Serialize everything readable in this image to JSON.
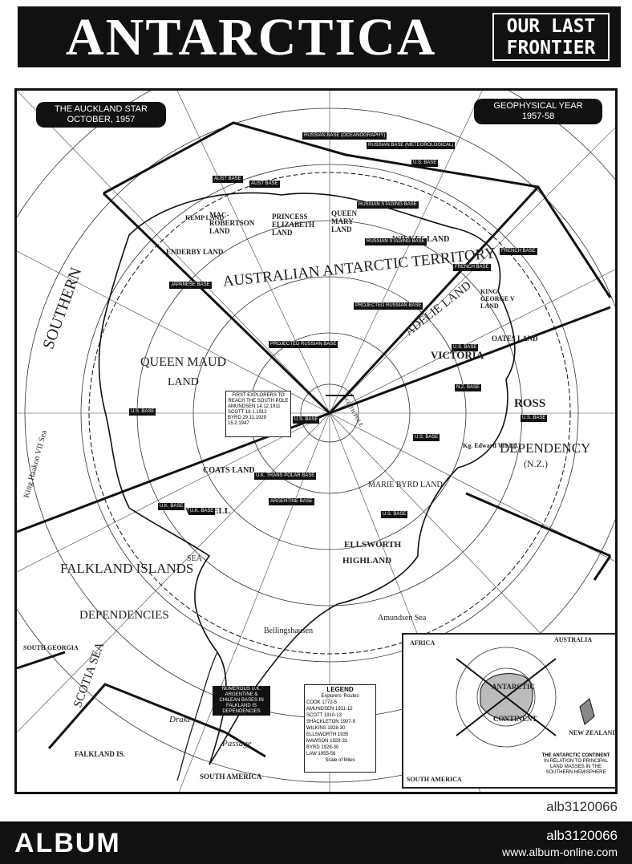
{
  "header": {
    "title": "ANTARCTICA",
    "subtitle_line1": "OUR LAST",
    "subtitle_line2": "FRONTIER"
  },
  "map": {
    "publisher_line1": "THE AUCKLAND STAR",
    "publisher_line2": "OCTOBER, 1957",
    "event_line1": "GEOPHYSICAL YEAR",
    "event_line2": "1957-58",
    "regions": {
      "australian_territory": "AUSTRALIAN ANTARCTIC TERRITORY",
      "queen_maud": "QUEEN MAUD",
      "queen_maud_land": "LAND",
      "ross": "ROSS",
      "ross_dependency": "DEPENDENCY",
      "nz": "(N.Z.)",
      "falkland": "FALKLAND ISLANDS",
      "dependencies": "DEPENDENCIES",
      "marie_byrd": "MARIE BYRD LAND",
      "ellsworth": "ELLSWORTH",
      "highland": "HIGHLAND",
      "victoria": "VICTORIA",
      "adelie": "ADELIE LAND",
      "wilkes": "WILKES LAND",
      "coats": "COATS LAND",
      "weddell": "WEDDELL",
      "sea": "SEA",
      "enderby": "ENDERBY LAND",
      "mac_robertson": "MAC-ROBERTSON LAND",
      "princess_elizabeth": "PRINCESS ELIZABETH LAND",
      "queen_mary": "QUEEN MARY LAND",
      "kemp": "KEMP LAND",
      "king_george": "KING GEORGE V LAND",
      "oates": "OATES LAND",
      "scotia": "SCOTIA SEA",
      "south_georgia": "SOUTH GEORGIA",
      "falkland_is": "FALKLAND IS.",
      "drake": "Drake",
      "passage": "Passage",
      "south_america": "SOUTH AMERICA",
      "amundsen_sea": "Amundsen Sea",
      "bellingshausen": "Bellingshausen",
      "south_pacific": "SOUTHERN",
      "king_haakon": "King Haakon VII Sea",
      "south_pole": "SOUTH POLE",
      "king_edward": "Kg. Edward VII Ld."
    },
    "explorers_box": {
      "heading": "FIRST EXPLORERS TO REACH THE SOUTH POLE",
      "rows": [
        "AMUNDSEN 14.12.1911",
        "SCOTT 18.1.1912",
        "BYRD 29.11.1929",
        "15.2.1947"
      ]
    },
    "bases": {
      "russian_oceanography": "RUSSIAN BASE (OCEANOGRAPHY)",
      "russian_meteorological": "RUSSIAN BASE (METEOROLOGICAL)",
      "us_base": "U.S. BASE",
      "aust_base": "AUST BASE",
      "russian_staging": "RUSSIAN STAGING BASE",
      "japanese": "JAPANESE BASE",
      "french": "FRENCH BASE",
      "projected_russian": "PROJECTED RUSSIAN BASE",
      "uk_trans_polar": "U.K. TRANS POLAR BASE",
      "argentine": "ARGENTINE BASE",
      "uk_base": "U.K. BASE",
      "nz_base": "N.Z. BASE",
      "numerous_uk": "NUMEROUS U.K. ARGENTINE & CHILEAN BASES IN FALKLAND IS DEPENDENCIES"
    },
    "legend": {
      "title": "LEGEND",
      "subtitle": "Explorers' Routes",
      "items": [
        "COOK 1772-5",
        "AMUNDSEN 1911-12",
        "SCOTT 1910-13",
        "SHACKLETON 1907-9",
        "WILKINS 1928-30",
        "ELLSWORTH 1935",
        "MAWSON 1929-31",
        "BYRD 1928-30",
        "LAW 1955-56"
      ],
      "scale": "Scale of Miles"
    },
    "inset": {
      "africa": "AFRICA",
      "australia": "AUSTRALIA",
      "south_america": "SOUTH AMERICA",
      "antarctic": "ANTARCTIC",
      "continent": "CONTINENT",
      "new_zealand": "NEW ZEALAND",
      "caption1": "THE ANTARCTIC CONTINENT",
      "caption2": "IN RELATION TO PRINCIPAL LAND MASSES IN THE SOUTHERN HEMISPHERE"
    }
  },
  "watermark": {
    "brand": "ALBUM",
    "id": "alb3120066",
    "url": "www.album-online.com"
  },
  "colors": {
    "ink": "#111111",
    "paper": "#ffffff",
    "footer": "#111111"
  }
}
